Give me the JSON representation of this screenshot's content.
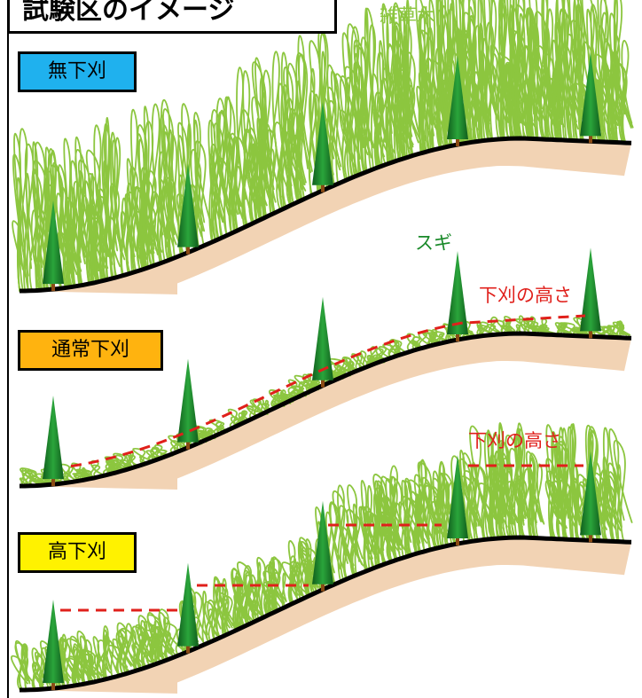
{
  "title": "試験区のイメージ",
  "labels": {
    "weeds": "雑草木",
    "sugi": "スギ",
    "cut_height_1": "下刈の高さ",
    "cut_height_2": "下刈の高さ"
  },
  "panels": [
    {
      "name": "無下刈",
      "color": "#1fb1ee",
      "weed_level": "full"
    },
    {
      "name": "通常下刈",
      "color": "#ffb30f",
      "weed_level": "low"
    },
    {
      "name": "高下刈",
      "color": "#fff200",
      "weed_level": "medium"
    }
  ],
  "colors": {
    "weed": "#8cc63f",
    "soil": "#f2d3b4",
    "tree": "#1e8b2a",
    "cut_line": "#e0201b"
  }
}
